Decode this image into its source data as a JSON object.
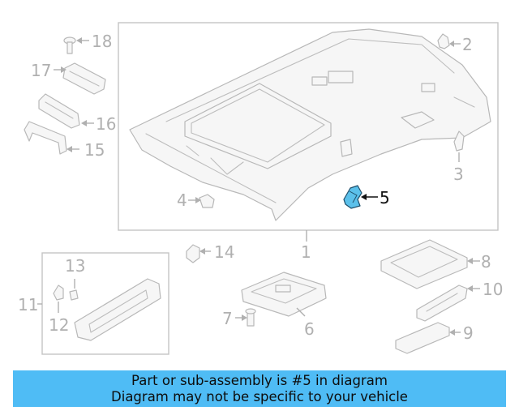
{
  "callouts": {
    "c1": "1",
    "c2": "2",
    "c3": "3",
    "c4": "4",
    "c5": "5",
    "c6": "6",
    "c7": "7",
    "c8": "8",
    "c9": "9",
    "c10": "10",
    "c11": "11",
    "c12": "12",
    "c13": "13",
    "c14": "14",
    "c15": "15",
    "c16": "16",
    "c17": "17",
    "c18": "18"
  },
  "highlight": {
    "part": "5",
    "color": "#5bc0ea"
  },
  "banner": {
    "line1": "Part or sub-assembly is #5 in diagram",
    "line2": "Diagram may not be specific to your vehicle",
    "color": "#4fbcf5"
  }
}
